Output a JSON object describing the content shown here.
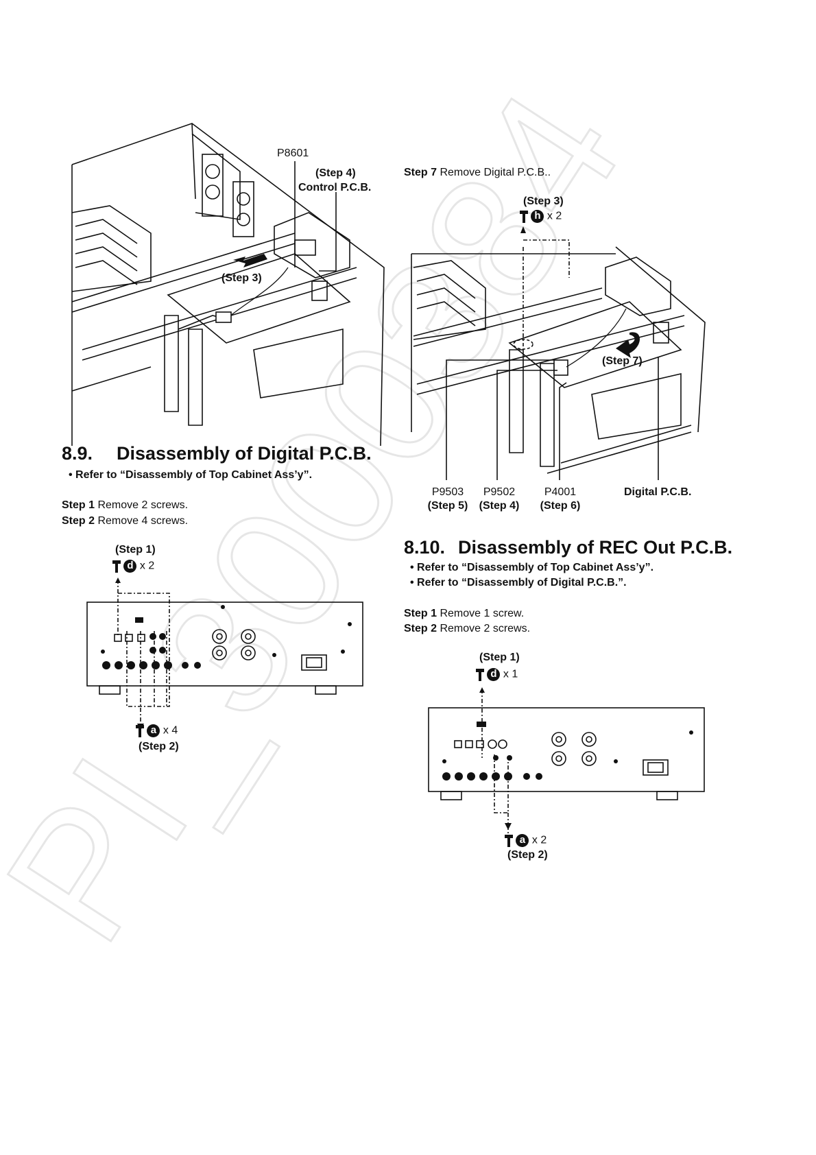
{
  "watermark": "PI_3000384",
  "fig1": {
    "connector": "P8601",
    "step4": "(Step 4)",
    "pcb": "Control P.C.B.",
    "step3": "(Step 3)"
  },
  "section89": {
    "number": "8.9.",
    "title": "Disassembly of Digital P.C.B.",
    "note": "• Refer to “Disassembly of Top Cabinet Ass’y”.",
    "steps": [
      {
        "label": "Step 1",
        "text": " Remove 2 screws."
      },
      {
        "label": "Step 2",
        "text": " Remove 4 screws."
      }
    ]
  },
  "fig2": {
    "top_step": "(Step 1)",
    "top_badge": "d",
    "top_count": "x 2",
    "bottom_badge": "a",
    "bottom_count": "x 4",
    "bottom_step": "(Step 2)"
  },
  "step7": {
    "label": "Step 7",
    "text": " Remove Digital P.C.B.."
  },
  "fig3": {
    "top_step": "(Step 3)",
    "top_badge": "h",
    "top_count": "x 2",
    "arrow_step": "(Step 7)",
    "callouts": [
      {
        "name": "P9503",
        "step": "(Step 5)"
      },
      {
        "name": "P9502",
        "step": "(Step 4)"
      },
      {
        "name": "P4001",
        "step": "(Step 6)"
      },
      {
        "name": "Digital P.C.B.",
        "step": ""
      }
    ]
  },
  "section810": {
    "number": "8.10.",
    "title": "Disassembly of REC Out P.C.B.",
    "notes": [
      "• Refer to “Disassembly of Top Cabinet Ass’y”.",
      "• Refer to “Disassembly of Digital P.C.B.”."
    ],
    "steps": [
      {
        "label": "Step 1",
        "text": " Remove 1 screw."
      },
      {
        "label": "Step 2",
        "text": " Remove 2 screws."
      }
    ]
  },
  "fig4": {
    "top_step": "(Step 1)",
    "top_badge": "d",
    "top_count": "x 1",
    "bottom_badge": "a",
    "bottom_count": "x 2",
    "bottom_step": "(Step 2)"
  }
}
